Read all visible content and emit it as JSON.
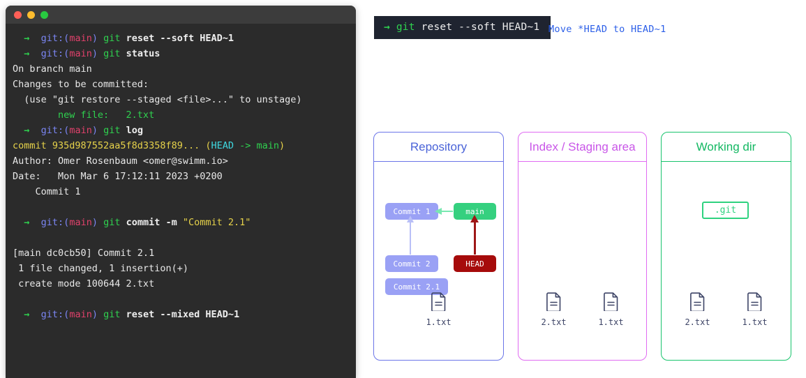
{
  "terminal": {
    "window_controls": [
      "close",
      "minimize",
      "maximize"
    ],
    "lines": [
      {
        "type": "prompt",
        "prompt_arrow": "→",
        "prompt_git": "git:(",
        "prompt_branch": "main",
        "prompt_close": ")",
        "cmd_word": "git",
        "cmd_rest": " reset --soft HEAD~1"
      },
      {
        "type": "prompt",
        "prompt_arrow": "→",
        "prompt_git": "git:(",
        "prompt_branch": "main",
        "prompt_close": ")",
        "cmd_word": "git",
        "cmd_rest": " status"
      },
      {
        "type": "plain",
        "text": "On branch main"
      },
      {
        "type": "plain",
        "text": "Changes to be committed:"
      },
      {
        "type": "plain",
        "text": "  (use \"git restore --staged <file>...\" to unstage)"
      },
      {
        "type": "green",
        "text": "        new file:   2.txt"
      },
      {
        "type": "prompt",
        "prompt_arrow": "→",
        "prompt_git": "git:(",
        "prompt_branch": "main",
        "prompt_close": ")",
        "cmd_word": "git",
        "cmd_rest": " log"
      },
      {
        "type": "commitline",
        "commit_prefix": "commit 935d987552aa5f8d3358f89... (",
        "head_label": "HEAD",
        "arrow_main": " -> main",
        "suffix": ")"
      },
      {
        "type": "plain",
        "text": "Author: Omer Rosenbaum <omer@swimm.io>"
      },
      {
        "type": "plain",
        "text": "Date:   Mon Mar 6 17:12:11 2023 +0200"
      },
      {
        "type": "plain",
        "text": "    Commit 1"
      },
      {
        "type": "blank",
        "text": ""
      },
      {
        "type": "promptq",
        "prompt_arrow": "→",
        "prompt_git": "git:(",
        "prompt_branch": "main",
        "prompt_close": ")",
        "cmd_word": "git",
        "cmd_mid": " commit -m ",
        "quoted": "\"Commit 2.1\""
      },
      {
        "type": "blank",
        "text": ""
      },
      {
        "type": "plain",
        "text": "[main dc0cb50] Commit 2.1"
      },
      {
        "type": "plain",
        "text": " 1 file changed, 1 insertion(+)"
      },
      {
        "type": "plain",
        "text": " create mode 100644 2.txt"
      },
      {
        "type": "blank",
        "text": ""
      },
      {
        "type": "prompt",
        "prompt_arrow": "→",
        "prompt_git": "git:(",
        "prompt_branch": "main",
        "prompt_close": ")",
        "cmd_word": "git",
        "cmd_rest": " reset --mixed HEAD~1"
      }
    ]
  },
  "command_badge": {
    "arrow": "→",
    "cmd": "git",
    "rest": " reset --soft HEAD~1"
  },
  "command_note": "Move *HEAD to HEAD~1",
  "panels": {
    "repository": {
      "title": "Repository",
      "color": "#4a63d8",
      "nodes": {
        "commit1": "Commit 1",
        "commit2": "Commit 2",
        "commit21": "Commit 2.1",
        "branch_main": "main",
        "head": "HEAD"
      },
      "files": [
        {
          "name": "1.txt"
        }
      ]
    },
    "index": {
      "title": "Index / Staging area",
      "color": "#c956e8",
      "files": [
        {
          "name": "2.txt"
        },
        {
          "name": "1.txt"
        }
      ]
    },
    "working": {
      "title": "Working dir",
      "color": "#13b862",
      "git_folder": ".git",
      "files": [
        {
          "name": "2.txt"
        },
        {
          "name": "1.txt"
        }
      ]
    }
  }
}
